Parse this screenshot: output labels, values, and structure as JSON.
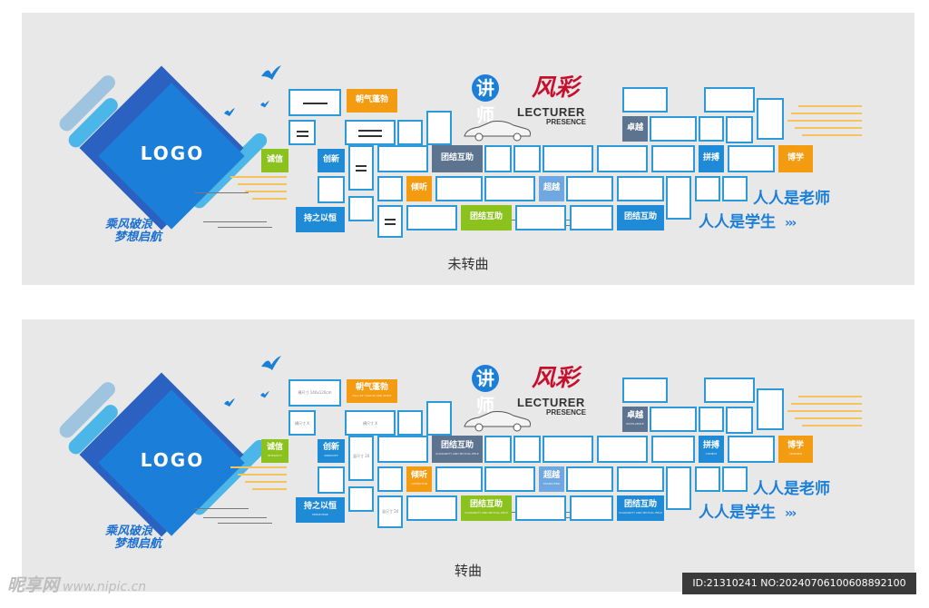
{
  "logo": "LOGO",
  "slogan_line1": "乘风破浪",
  "slogan_line2": "梦想启航",
  "title_cn_part1": "讲师",
  "title_cn_part2": "风彩",
  "title_en_1": "LECTURER",
  "title_en_2": "PRESENCE",
  "motto_1": "人人是老师",
  "motto_2": "人人是学生",
  "motto_arrows": "›››",
  "tags": {
    "zhaoqi": "朝气蓬勃",
    "chengxin": "诚信",
    "chuangxin": "创新",
    "chizhi": "持之以恒",
    "qingting": "倾听",
    "tuanjie": "团结互助",
    "chaoyue": "超越",
    "zhuoyue": "卓越",
    "pinbo": "拼搏",
    "boxue": "博学"
  },
  "tag_subs": {
    "zhaoqi": "FULL OF VIGOUR AND SPIRIT",
    "chengxin": "INTEGRITY",
    "chuangxin": "INNOVATE",
    "chizhi": "PERSEVERE",
    "qingting": "LISTEN FOR",
    "tuanjie": "SOLIDARITY AND MUTUAL HELP",
    "chaoyue": "TRANSCEND",
    "zhuoyue": "EXCELLENCE",
    "pinbo": "COMBAT",
    "boxue": "LEARNED"
  },
  "frame_spec_a": "横尺寸 140x120cm",
  "frame_spec_b": "横尺寸 X",
  "frame_spec_c": "竖尺寸 20X30cm",
  "caption_top": "未转曲",
  "caption_bottom": "转曲",
  "watermark_site": "昵享网",
  "watermark_url": "www.nipic.cn",
  "watermark_id": "ID:21310241 NO:20240706100608892100",
  "colors": {
    "blue": "#1f8ad6",
    "orange": "#f39c12",
    "green": "#8cc21d",
    "slate": "#5d7490",
    "red": "#c8102e"
  }
}
